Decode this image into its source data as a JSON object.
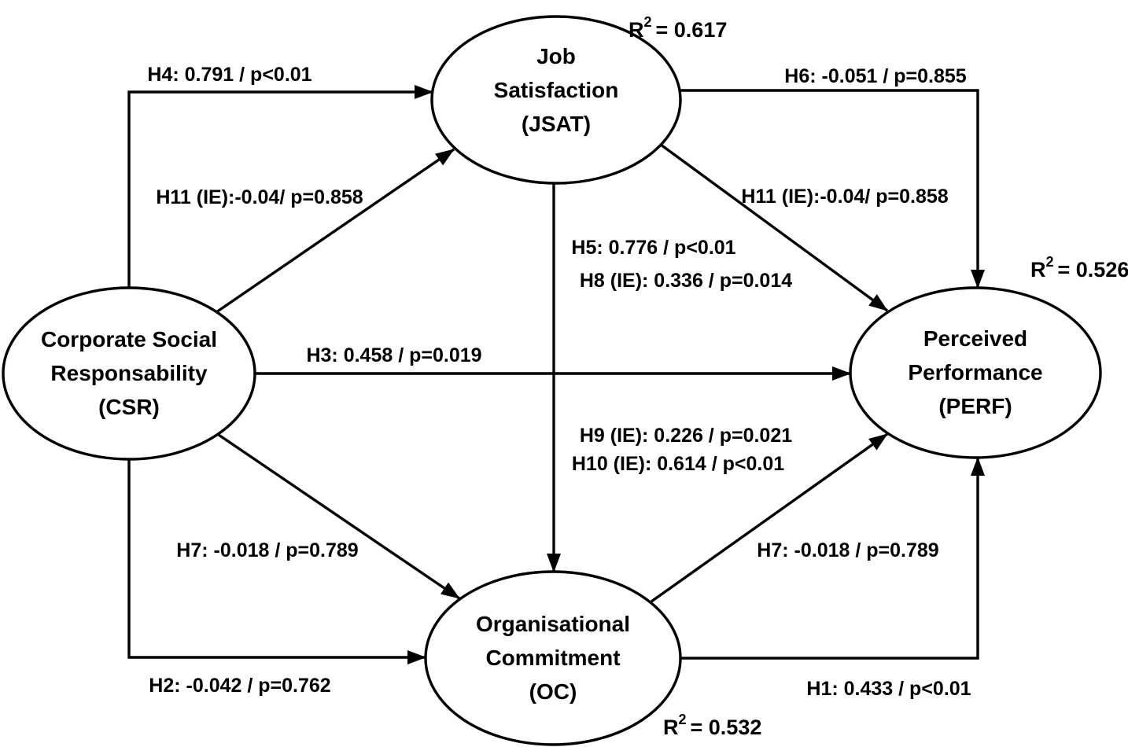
{
  "diagram": {
    "type": "sem-path-model",
    "colors": {
      "ink": "#000000",
      "background": "#ffffff"
    },
    "nodes": {
      "csr": {
        "line1": "Corporate Social",
        "line2": "Responsability",
        "line3": "(CSR)"
      },
      "jsat": {
        "line1": "Job",
        "line2": "Satisfaction",
        "line3": "(JSAT)",
        "r2": {
          "base": "R",
          "sup": "2",
          "rest": "= 0.617"
        }
      },
      "oc": {
        "line1": "Organisational",
        "line2": "Commitment",
        "line3": "(OC)",
        "r2": {
          "base": "R",
          "sup": "2",
          "rest": "= 0.532"
        }
      },
      "perf": {
        "line1": "Perceived",
        "line2": "Performance",
        "line3": "(PERF)",
        "r2": {
          "base": "R",
          "sup": "2",
          "rest": "= 0.526"
        }
      }
    },
    "edges": {
      "h4": "H4: 0.791 / p<0.01",
      "h11_left": "H11 (IE):-0.04/ p=0.858",
      "h6": "H6: -0.051 / p=0.855",
      "h11_right": "H11 (IE):-0.04/ p=0.858",
      "h5": "H5: 0.776 / p<0.01",
      "h8": "H8 (IE): 0.336 / p=0.014",
      "h3": "H3: 0.458 / p=0.019",
      "h9": "H9 (IE): 0.226 / p=0.021",
      "h10": "H10 (IE): 0.614 / p<0.01",
      "h7_left": "H7: -0.018 / p=0.789",
      "h2": "H2: -0.042 / p=0.762",
      "h7_right": "H7: -0.018 / p=0.789",
      "h1": "H1: 0.433 / p<0.01"
    }
  }
}
